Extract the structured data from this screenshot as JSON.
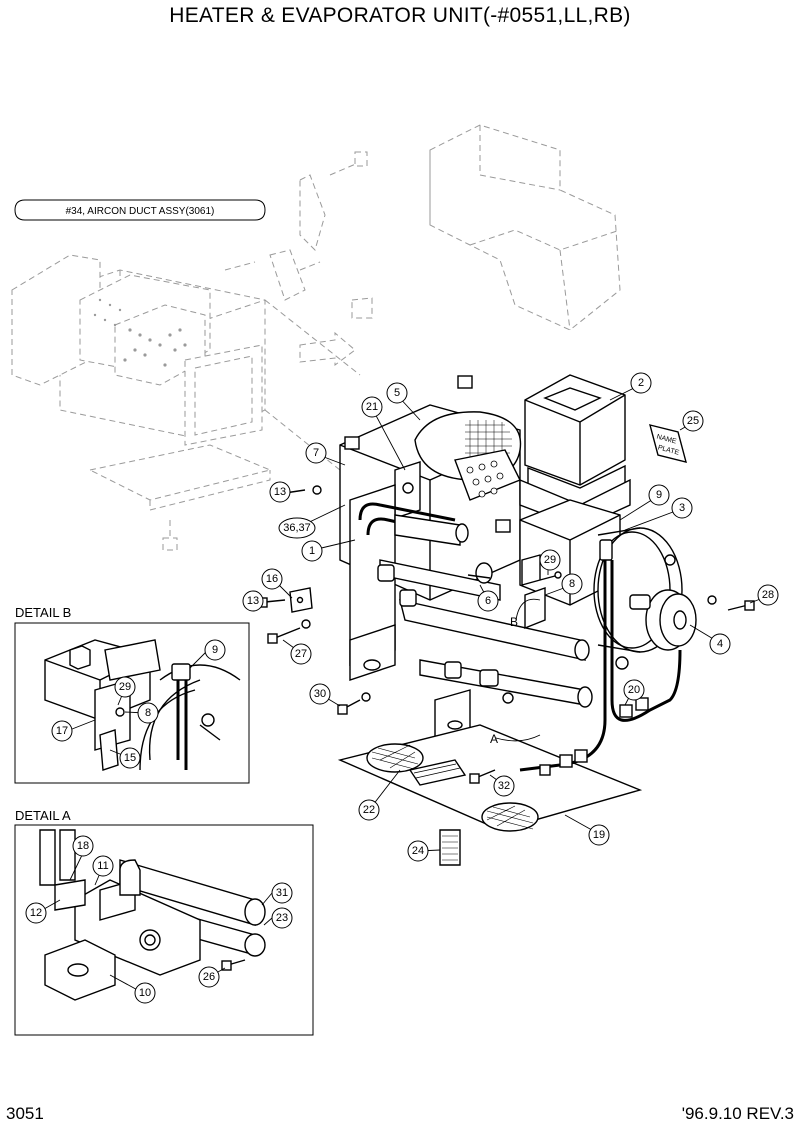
{
  "title": "HEATER & EVAPORATOR UNIT(-#0551,LL,RB)",
  "page_number": "3051",
  "revision": "'96.9.10 REV.3",
  "duct_reference": "#34, AIRCON DUCT ASSY(3061)",
  "name_plate_text": [
    "NAME",
    "PLATE"
  ],
  "detail_b": {
    "label": "DETAIL B",
    "callouts": [
      "9",
      "29",
      "8",
      "17",
      "15"
    ]
  },
  "detail_a": {
    "label": "DETAIL A",
    "callouts": [
      "18",
      "11",
      "12",
      "31",
      "23",
      "26",
      "10"
    ]
  },
  "view_markers": [
    "A",
    "B"
  ],
  "main_callouts": [
    "2",
    "5",
    "21",
    "25",
    "7",
    "13",
    "36,37",
    "1",
    "9",
    "3",
    "29",
    "8",
    "6",
    "16",
    "13",
    "4",
    "28",
    "27",
    "20",
    "30",
    "32",
    "22",
    "19",
    "24"
  ]
}
